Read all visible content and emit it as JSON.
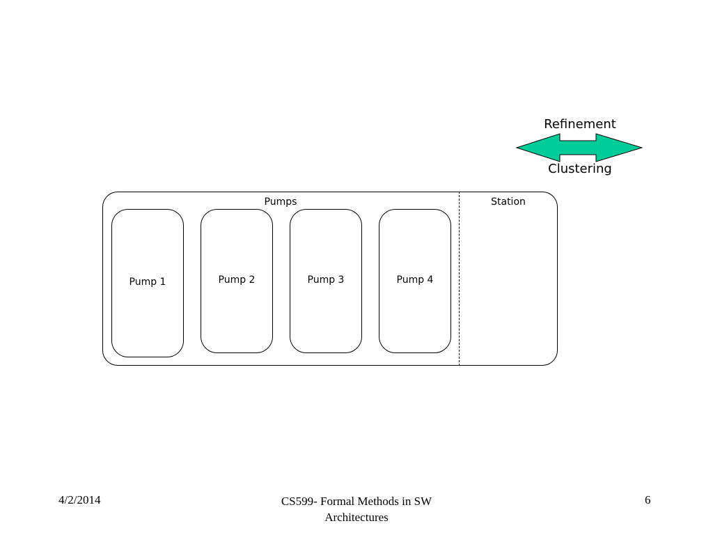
{
  "arrow": {
    "top_label": "Refinement",
    "bottom_label": "Clustering",
    "fill_color": "#00cc99"
  },
  "diagram": {
    "pumps_label": "Pumps",
    "station_label": "Station",
    "pumps": [
      {
        "label": "Pump 1"
      },
      {
        "label": "Pump 2"
      },
      {
        "label": "Pump 3"
      },
      {
        "label": "Pump 4"
      }
    ]
  },
  "footer": {
    "date": "4/2/2014",
    "title_line1": "CS599- Formal Methods in SW",
    "title_line2": "Architectures",
    "page": "6"
  }
}
